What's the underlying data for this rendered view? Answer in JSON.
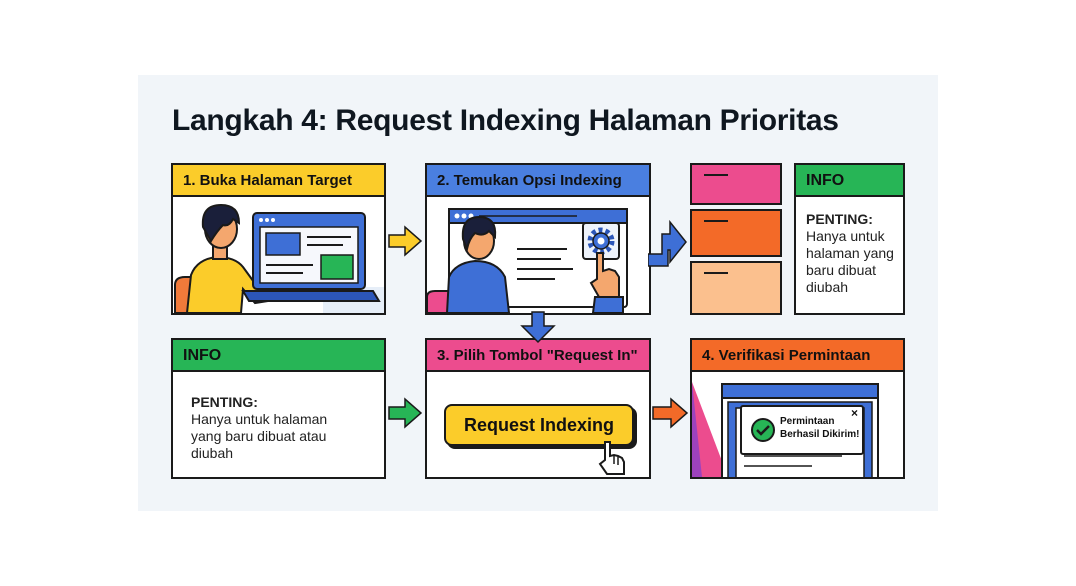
{
  "title": "Langkah 4: Request Indexing Halaman Prioritas",
  "steps": {
    "step1": {
      "title": "1. Buka Halaman Target"
    },
    "step2": {
      "title": "2. Temukan Opsi Indexing"
    },
    "step3": {
      "title": "3. Pilih Tombol \"Request In\"",
      "button_label": "Request Indexing"
    },
    "step4": {
      "title": "4. Verifikasi Permintaan",
      "toast_line1": "Permintaan",
      "toast_line2": "Berhasil Dikirim!",
      "close_glyph": "×"
    }
  },
  "info_top": {
    "header": "INFO",
    "label": "PENTING:",
    "line1": "Hanya untuk",
    "line2": "halaman yang",
    "line3": "baru dibuat",
    "line4": "diubah"
  },
  "info_bottom": {
    "header": "INFO",
    "label": "PENTING:",
    "line1": "Hanya untuk halaman",
    "line2": "yang baru dibuat atau",
    "line3": "diubah"
  },
  "icons": [
    "person-at-laptop-icon",
    "person-at-browser-icon",
    "gear-icon",
    "pointer-hand-icon",
    "check-circle-icon",
    "close-icon",
    "arrow-icon"
  ],
  "colors": {
    "yellow": "#fbcc2a",
    "blue": "#4a7fe0",
    "green": "#27b556",
    "pink": "#ec4c8e",
    "orange": "#f36a28",
    "peach": "#fbc08e",
    "canvas": "#f1f5f9"
  }
}
